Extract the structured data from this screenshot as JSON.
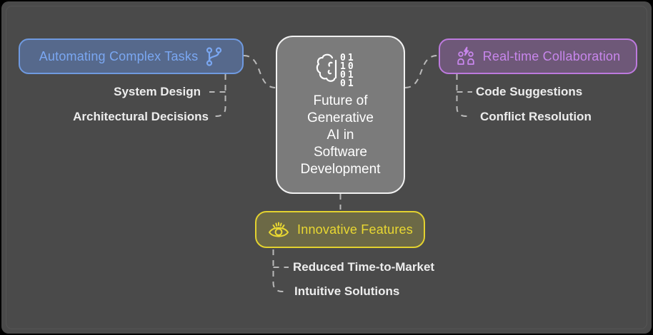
{
  "diagram": {
    "background": "#4a4a4a",
    "connector_color": "#b9b9b9",
    "item_text_color": "#ededed",
    "center": {
      "lines": [
        "Future of",
        "Generative",
        "AI in",
        "Software",
        "Development"
      ],
      "icon": "brain-binary-icon",
      "binary_rows": [
        "01",
        "10",
        "01",
        "01"
      ],
      "fill": "#7b7b7b",
      "border": "#f2f2f2",
      "text_color": "#ffffff"
    },
    "left": {
      "label": "Automating Complex Tasks",
      "icon": "git-branch-icon",
      "accent": "#7aa7f2",
      "border": "#6f9ae0",
      "fill": "#56698c",
      "items": [
        "System Design",
        "Architectural Decisions"
      ]
    },
    "right": {
      "label": "Real-time Collaboration",
      "icon": "people-spark-icon",
      "accent": "#c886ec",
      "border": "#bd7ade",
      "fill": "#6e5878",
      "items": [
        "Code Suggestions",
        "Conflict Resolution"
      ]
    },
    "bottom": {
      "label": "Innovative Features",
      "icon": "eye-idea-icon",
      "accent": "#e9d832",
      "border": "#e3d22f",
      "fill": "#6c6946",
      "items": [
        "Reduced Time-to-Market",
        "Intuitive Solutions"
      ]
    }
  }
}
